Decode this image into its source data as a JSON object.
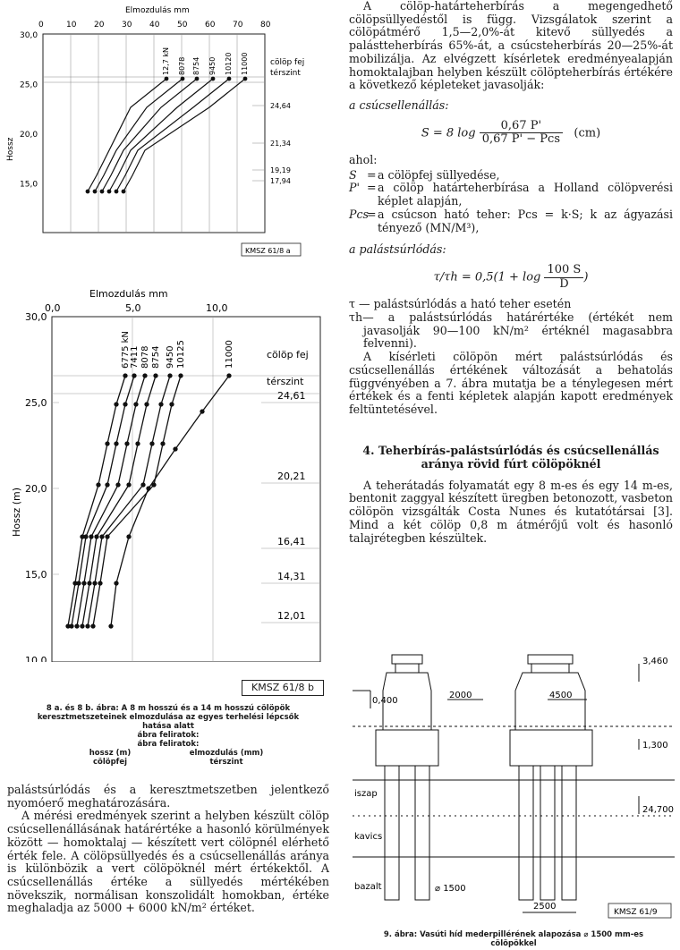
{
  "fig8a": {
    "xlabel": "Elmozdulás mm",
    "ylabel": "Hossz",
    "xticks": [
      "0",
      "10",
      "20",
      "30",
      "40",
      "50",
      "60",
      "70",
      "80"
    ],
    "yticks": [
      "30,0",
      "25,0",
      "20,0",
      "15,0"
    ],
    "loads": [
      "12,7 kN",
      "8078",
      "8754",
      "9450",
      "10120",
      "11000"
    ],
    "label_fej": "cölöp fej",
    "label_terszint": "térszint",
    "depths": [
      "24,64",
      "21,34",
      "19,19",
      "17,94"
    ],
    "tag": "KMSZ 61/8 a"
  },
  "fig8b": {
    "xlabel": "Elmozdulás mm",
    "ylabel": "Hossz (m)",
    "xticks": [
      "0,0",
      "5,0",
      "10,0"
    ],
    "yticks": [
      "30,0",
      "25,0",
      "20,0",
      "15,0",
      "10,0"
    ],
    "loads": [
      "6775 kN",
      "7411",
      "8078",
      "8754",
      "9450",
      "10125",
      "11000"
    ],
    "label_fej": "cölöp fej",
    "label_terszint": "térszint",
    "depths": [
      "24,61",
      "20,21",
      "16,41",
      "14,31",
      "12,01"
    ],
    "tag": "KMSZ 61/8 b"
  },
  "caption8": {
    "line1": "8 a. és 8 b. ábra: A 8 m hosszú és a 14 m hosszú cölöpök",
    "line2": "keresztmetszeteinek elmozdulása az egyes terhelési lépcsők",
    "line3": "hatása alatt",
    "line4": "ábra feliratok:",
    "line5": "ábra feliratok:",
    "k1": "hossz (m)",
    "v1": "elmozdulás (mm)",
    "k2": "cölöpfej",
    "v2": "térszint"
  },
  "leftText": {
    "p1": "palástsúrlódás és a keresztmetszetben jelentkező nyomóerő meghatározására.",
    "p2": "A mérési eredmények szerint a helyben készült cölöp csúcsellenállásának határértéke a hasonló körülmények között — homoktalaj — készített vert cölöpnél elérhető érték fele. A cölöpsüllyedés és a csúcsellenállás aránya is különbözik a vert cölöpöknél mért értékektől. A csúcsellenállás értéke a süllyedés mértékében növekszik, normálisan konszolidált homokban, értéke meghaladja az 5000 + 6000 kN/m² értéket."
  },
  "rightText": {
    "p1": "A cölöp-határteherbírás a megengedhető cölöpsüllyedéstől is függ. Vizsgálatok szerint a cölöpátmérő 1,5—2,0%-át kitevő süllyedés a palástteherbírás 65%-át, a csúcsteherbírás 20—25%-át mobilizálja. Az elvégzett kísérletek eredményealapján homoktalajban helyben készült cölöpteherbírás értékére a következő képleteket javasolják:",
    "h_csucs": "a csúcsellenállás:",
    "f1_left": "S = 8 log",
    "f1_num": "0,67 P'",
    "f1_den": "0,67 P' − Pcs",
    "f1_unit": "(cm)",
    "ahol": "ahol:",
    "d1k": "S",
    "d1v": "a cölöpfej süllyedése,",
    "d2k": "P'",
    "d2v": "a cölöp határteherbírása a Holland cölöpverési képlet alapján,",
    "d3k": "Pcs",
    "d3v": "a csúcson ható teher: Pcs = k·S; k az ágyazási tényező (MN/M³),",
    "h_palast": "a palástsúrlódás:",
    "f2_left": "τ/τh = 0,5(1 + log",
    "f2_num": "100 S",
    "f2_den": "D",
    "f2_right": ")",
    "t1": "τ — palástsúrlódás a ható teher esetén",
    "t2": "τh— a palástsúrlódás határértéke (értékét nem javasolják 90—100 kN/m² értéknél magasabbra felvenni).",
    "p2": "A kísérleti cölöpön mért palástsúrlódás és csúcsellenállás értékének változását a behatolás függvényében a 7. ábra mutatja be a ténylegesen mért értékek és a fenti képletek alapján kapott eredmények feltüntetésével.",
    "heading": "4. Teherbírás-palástsúrlódás és csúcsellenállás aránya rövid fúrt cölöpöknél",
    "p3": "A teherátadás folyamatát egy 8 m-es és egy 14 m-es, bentonit zaggyal készített üregben betonozott, vasbeton cölöpön vizsgálták Costa Nunes és kutatótársai [3]. Mind a két cölöp 0,8 m átmérőjű volt és hasonló talajrétegben készültek."
  },
  "fig9": {
    "dims": [
      "3,460",
      "2000",
      "4500",
      "0,400",
      "1,300",
      "24,700",
      "2500",
      "⌀ 1500"
    ],
    "layers": [
      "iszap",
      "kavics",
      "bazalt"
    ],
    "tag": "KMSZ 61/9",
    "caption": "9. ábra: Vasúti híd mederpillérének alapozása ⌀ 1500 mm-es cölöpökkel"
  }
}
